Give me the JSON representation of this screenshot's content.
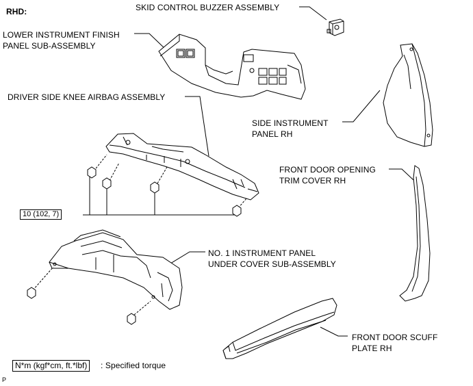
{
  "region_tag": "RHD:",
  "labels": {
    "buzzer": "SKID CONTROL BUZZER ASSEMBLY",
    "lower_finish_1": "LOWER INSTRUMENT FINISH",
    "lower_finish_2": "PANEL SUB-ASSEMBLY",
    "knee_airbag": "DRIVER SIDE KNEE AIRBAG ASSEMBLY",
    "side_panel_1": "SIDE INSTRUMENT",
    "side_panel_2": "PANEL RH",
    "trim_cover_1": "FRONT DOOR OPENING",
    "trim_cover_2": "TRIM COVER RH",
    "under_cover_1": "NO. 1 INSTRUMENT PANEL",
    "under_cover_2": "UNDER COVER SUB-ASSEMBLY",
    "scuff_1": "FRONT DOOR SCUFF",
    "scuff_2": "PLATE RH"
  },
  "torque": {
    "value": "10 (102, 7)",
    "legend_unit": "N*m (kgf*cm, ft.*lbf)",
    "legend_text": ": Specified torque"
  },
  "figure_code": "P"
}
